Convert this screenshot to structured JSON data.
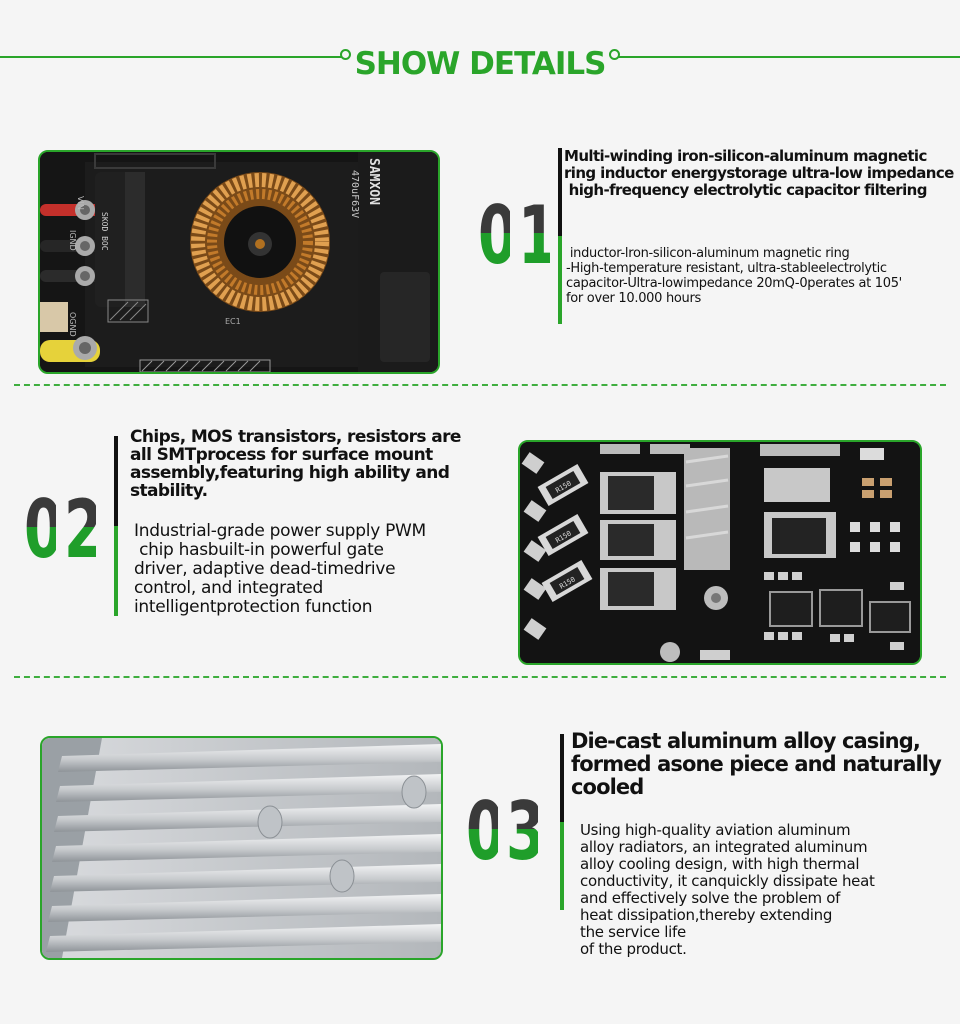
{
  "header": {
    "title": "SHOW DETAILS"
  },
  "sections": [
    {
      "number_first": "0",
      "number_second": "1",
      "heading": "Multi-winding iron-silicon-aluminum magnetic ring inductor energystorage ultra-low impedance high-frequency electrolytic capacitor filtering",
      "heading_lines": [
        "Multi-winding iron-silicon-aluminum magnetic",
        "ring inductor energystorage ultra-low impedance",
        " high-frequency electrolytic capacitor filtering"
      ],
      "body_lines": [
        " inductor-lron-silicon-aluminum magnetic ring",
        "-High-temperature resistant, ultra-stableelectrolytic",
        "capacitor-Ultra-lowimpedance 20mQ-0perates at 105'",
        "for over 10.000 hours"
      ],
      "image_icon": "pcb-inductor-image"
    },
    {
      "number_first": "0",
      "number_second": "2",
      "heading_lines": [
        "Chips, MOS transistors, resistors are",
        "all SMTprocess for surface mount",
        "assembly,featuring high ability and",
        "stability."
      ],
      "body_lines": [
        "Industrial-grade power supply PWM",
        " chip hasbuilt-in powerful gate",
        "driver, adaptive dead-timedrive",
        "control, and integrated",
        "intelligentprotection function"
      ],
      "image_icon": "pcb-smt-components-image"
    },
    {
      "number_first": "0",
      "number_second": "3",
      "heading_lines": [
        "Die-cast aluminum alloy casing,",
        "formed asone piece and naturally",
        "cooled"
      ],
      "body_lines": [
        "Using high-quality aviation aluminum",
        "alloy radiators, an integrated aluminum",
        "alloy cooling design, with high thermal",
        "conductivity, it canquickly dissipate heat",
        "and effectively solve the problem of",
        "heat dissipation,thereby extending",
        "the service life",
        "of the product."
      ],
      "image_icon": "aluminum-heatsink-image"
    }
  ],
  "pcb1_labels": {
    "vin": "VIN",
    "ignd": "IGND",
    "ognd": "OGND",
    "cap_brand": "SAMXON",
    "cap_rating": "470uF63V",
    "cap_side": "SKOD BOC",
    "ec": "EC1"
  },
  "pcb2_labels": {
    "res1": "R150",
    "res2": "R150",
    "res3": "R150"
  },
  "colors": {
    "accent": "#2aa52a",
    "digit_dark": "#3a3a3a",
    "digit_green": "#1f9e2a",
    "pcb": "#141414"
  }
}
